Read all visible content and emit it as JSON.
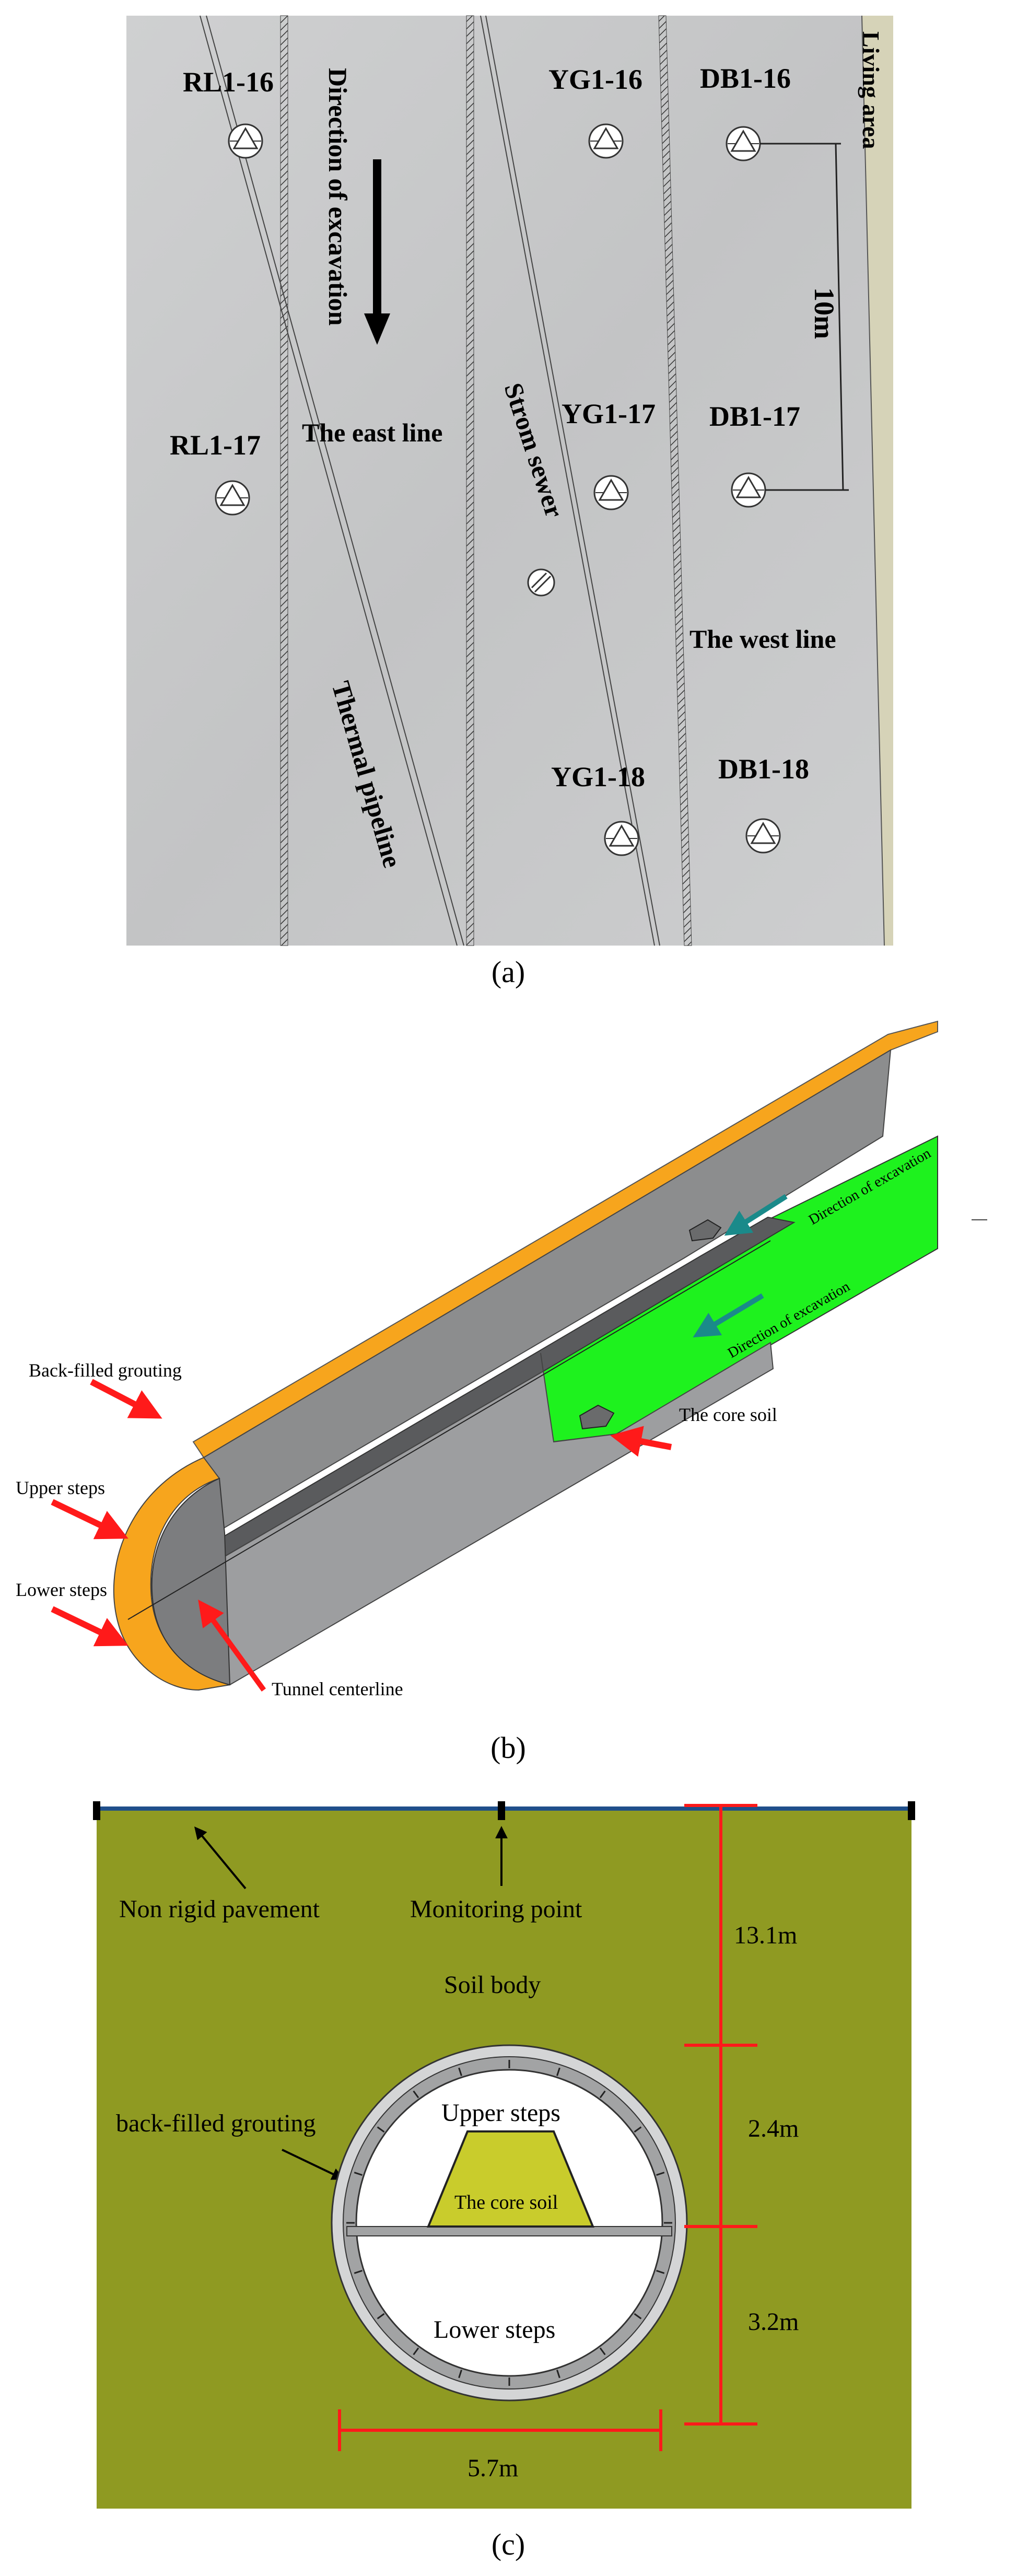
{
  "panel_a": {
    "caption": "(a)",
    "labels": {
      "rl1_16": "RL1-16",
      "rl1_17": "RL1-17",
      "yg1_16": "YG1-16",
      "yg1_17": "YG1-17",
      "yg1_18": "YG1-18",
      "db1_16": "DB1-16",
      "db1_17": "DB1-17",
      "db1_18": "DB1-18",
      "direction": "Direction of excavation",
      "east_line": "The east line",
      "west_line": "The west line",
      "storm_sewer": "Strom sewer",
      "thermal_pipeline": "Thermal pipeline",
      "living_area": "Living area",
      "dimension": "10m"
    }
  },
  "panel_b": {
    "caption": "(b)",
    "labels": {
      "back_filled": "Back-filled grouting",
      "upper_steps": "Upper steps",
      "lower_steps": "Lower steps",
      "tunnel_centerline": "Tunnel centerline",
      "core_soil": "The core soil",
      "direction_1": "Direction of excavation",
      "direction_2": "Direction of excavation"
    }
  },
  "panel_c": {
    "caption": "(c)",
    "labels": {
      "pavement": "Non rigid pavement",
      "monitoring": "Monitoring point",
      "soil_body": "Soil body",
      "back_filled": "back-filled grouting",
      "upper_steps": "Upper steps",
      "lower_steps": "Lower steps",
      "core_soil": "The core soil",
      "d1": "13.1m",
      "d2": "2.4m",
      "d3": "3.2m",
      "width": "5.7m"
    }
  },
  "colors": {
    "concrete": "#c9cacb",
    "living_area": "#d6d3b8",
    "orange": "#f7a51d",
    "green": "#1ef21e",
    "tunnel_grey": "#8c8d8e",
    "soil": "#8f9a22",
    "core": "#c9cc2c",
    "red": "#ff1a1a"
  }
}
